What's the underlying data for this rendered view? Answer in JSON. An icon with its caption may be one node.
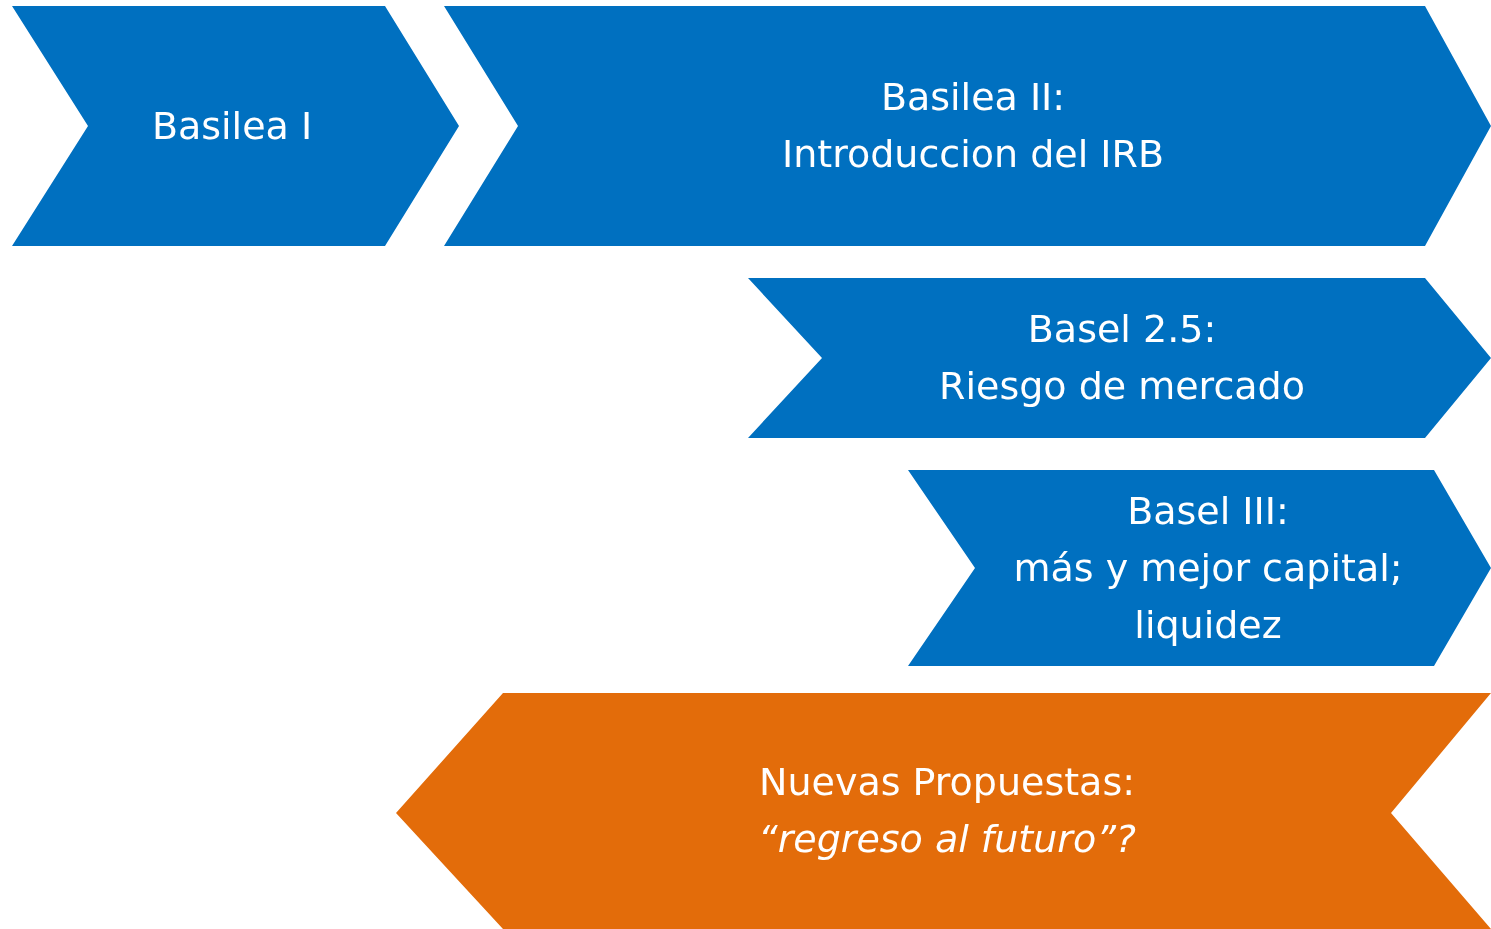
{
  "diagram": {
    "nodes": [
      {
        "text": [
          "Basilea I"
        ]
      },
      {
        "text": [
          "Basilea II:",
          "Introduccion del IRB"
        ]
      },
      {
        "text": [
          "Basel 2.5:",
          "Riesgo de mercado"
        ]
      },
      {
        "text": [
          "Basel III:",
          "más y mejor capital; liquidez"
        ]
      },
      {
        "text": [
          "Nuevas Propuestas:",
          "“regreso al futuro”?"
        ]
      }
    ],
    "edges": []
  }
}
